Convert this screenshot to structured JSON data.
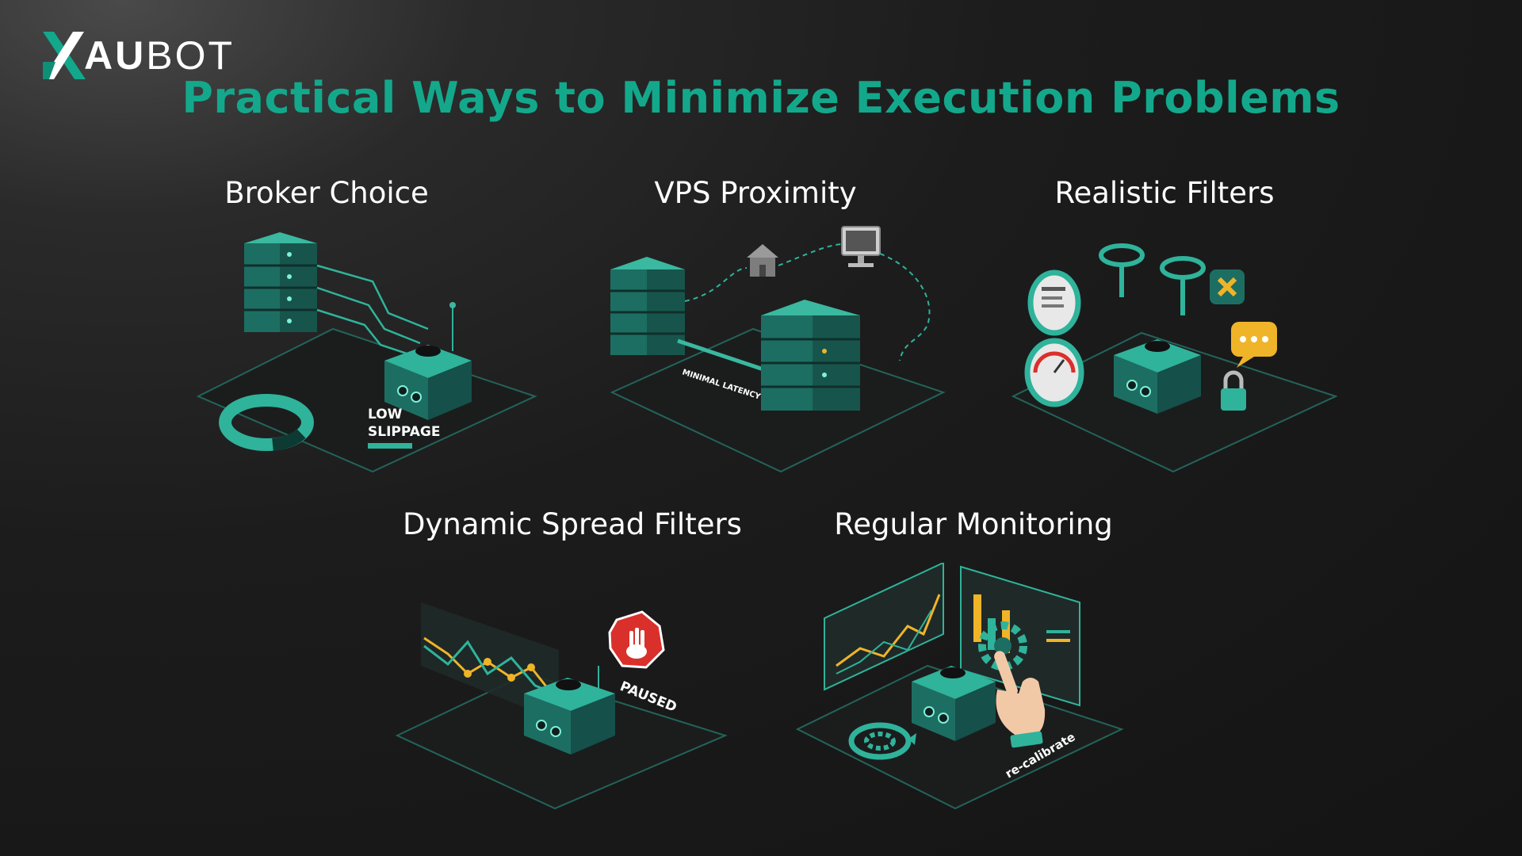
{
  "logo": {
    "letter_x": "X",
    "text_bold": "AU",
    "text_thin": "BOT"
  },
  "title": "Practical Ways to Minimize Execution Problems",
  "cards": [
    {
      "title": "Broker Choice",
      "badge_line1": "LOW",
      "badge_line2": "SLIPPAGE"
    },
    {
      "title": "VPS Proximity",
      "path_label": "MINIMAL LATENCY ROUTE"
    },
    {
      "title": "Realistic Filters"
    },
    {
      "title": "Dynamic Spread Filters",
      "status": "PAUSED"
    },
    {
      "title": "Regular Monitoring",
      "action": "re-calibrate"
    }
  ],
  "colors": {
    "accent": "#13a88b",
    "teal": "#2fb39b",
    "dark_teal": "#1d6e62",
    "yellow": "#f0b429",
    "red": "#d9302b",
    "background": "#161616"
  },
  "icons": [
    "server-stack-icon",
    "robot-cube-icon",
    "donut-icon",
    "house-icon",
    "monitor-icon",
    "ring-icon",
    "document-icon",
    "gauge-icon",
    "close-badge-icon",
    "chat-bubble-icon",
    "padlock-icon",
    "stop-hand-icon",
    "line-chart-icon",
    "gear-icon",
    "pointing-hand-icon"
  ]
}
